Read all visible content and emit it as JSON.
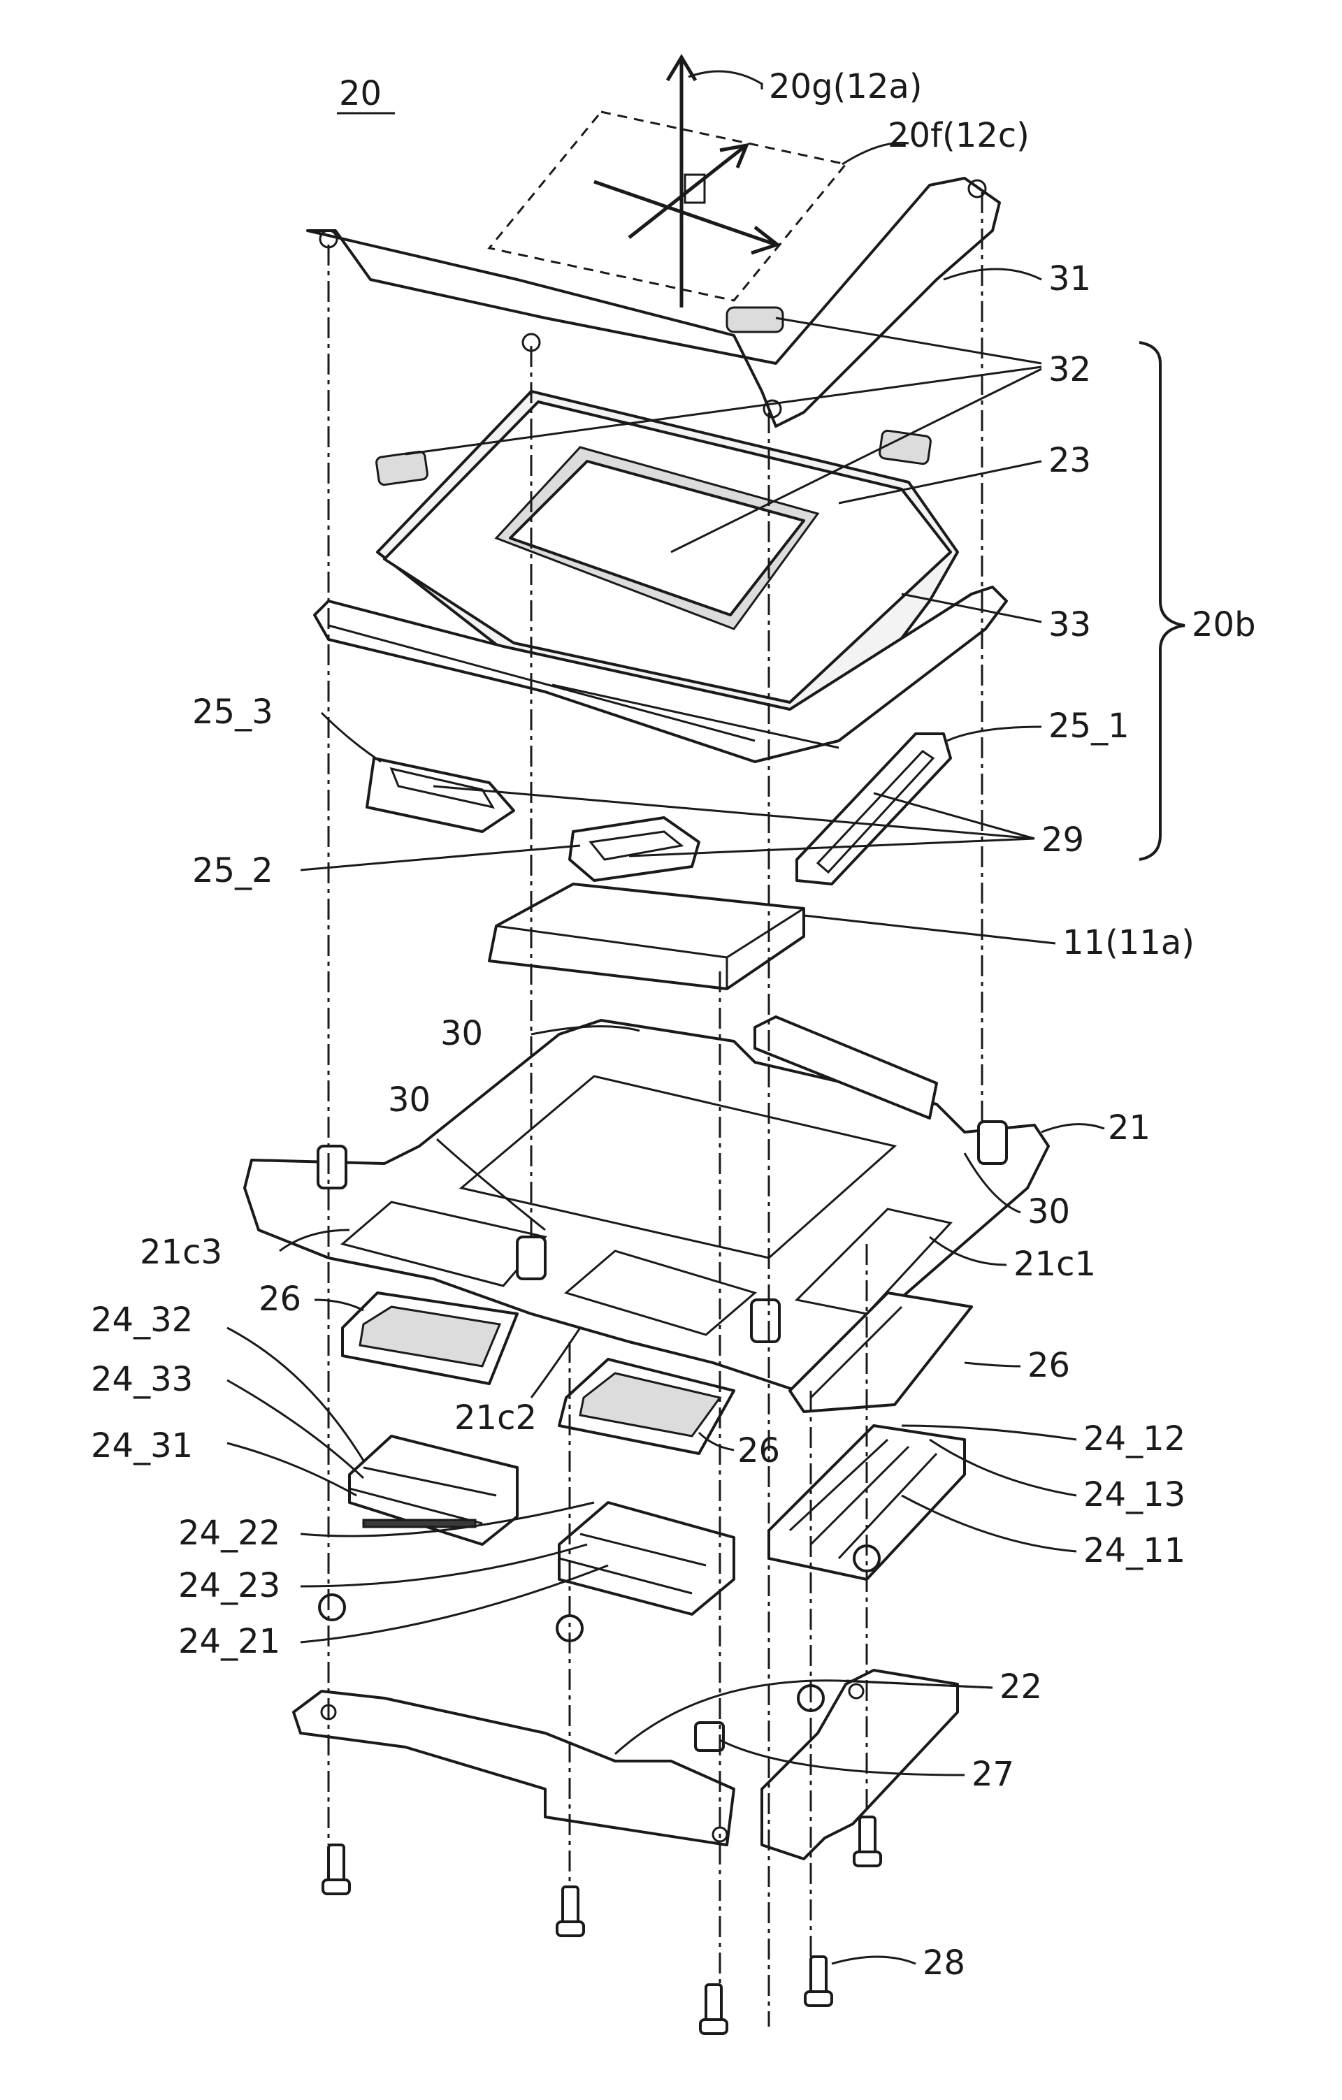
{
  "figure_number": "20",
  "labels": {
    "axis_g": "20g(12a)",
    "axis_f": "20f(12c)",
    "p31": "31",
    "p32": "32",
    "p23": "23",
    "p33": "33",
    "p20b": "20b",
    "p25_3": "25_3",
    "p25_1": "25_1",
    "p29": "29",
    "p25_2": "25_2",
    "p11": "11(11a)",
    "p30a": "30",
    "p30b": "30",
    "p30c": "30",
    "p21": "21",
    "p21c3": "21c3",
    "p21c1": "21c1",
    "p26a": "26",
    "p26b": "26",
    "p26c": "26",
    "p21c2": "21c2",
    "p24_32": "24_32",
    "p24_33": "24_33",
    "p24_31": "24_31",
    "p24_12": "24_12",
    "p24_13": "24_13",
    "p24_11": "24_11",
    "p24_22": "24_22",
    "p24_23": "24_23",
    "p24_21": "24_21",
    "p22": "22",
    "p27": "27",
    "p28": "28"
  }
}
